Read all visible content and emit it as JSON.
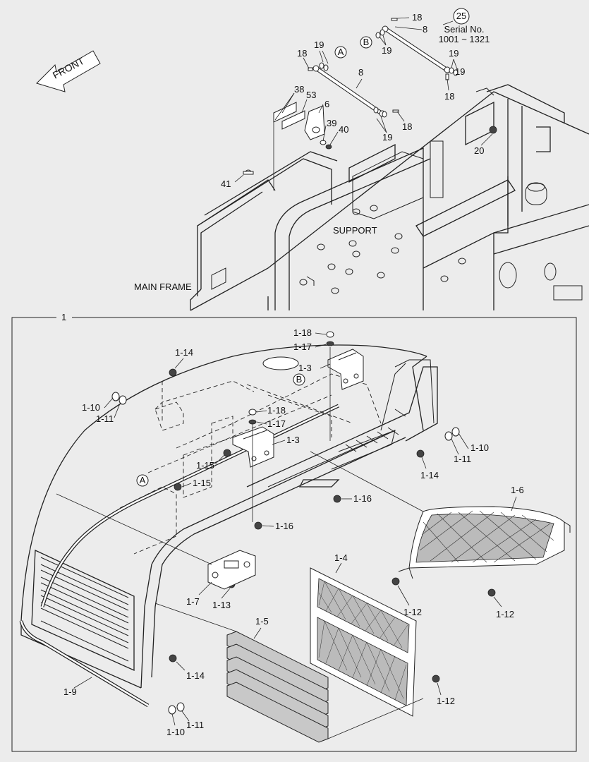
{
  "labels": {
    "front": "FRONT",
    "support": "SUPPORT",
    "main_frame": "MAIN FRAME",
    "serial_no": "Serial No.",
    "serial_range": "1001 ~ 1321",
    "ref_25": "25",
    "ref_a": "A",
    "ref_b": "B",
    "assembly_1": "1"
  },
  "upper_callouts": [
    "18",
    "8",
    "19",
    "19",
    "18",
    "19",
    "8",
    "18",
    "19",
    "19",
    "18",
    "38",
    "53",
    "6",
    "39",
    "40",
    "19",
    "20",
    "41"
  ],
  "lower_callouts": [
    "1-18",
    "1-17",
    "1-3",
    "1-14",
    "1-10",
    "1-11",
    "1-18",
    "1-17",
    "1-3",
    "1-10",
    "1-11",
    "1-15",
    "1-15",
    "1-14",
    "1-16",
    "1-16",
    "1-6",
    "1-4",
    "1-7",
    "1-13",
    "1-5",
    "1-12",
    "1-12",
    "1-14",
    "1-9",
    "1-12",
    "1-11",
    "1-10"
  ]
}
